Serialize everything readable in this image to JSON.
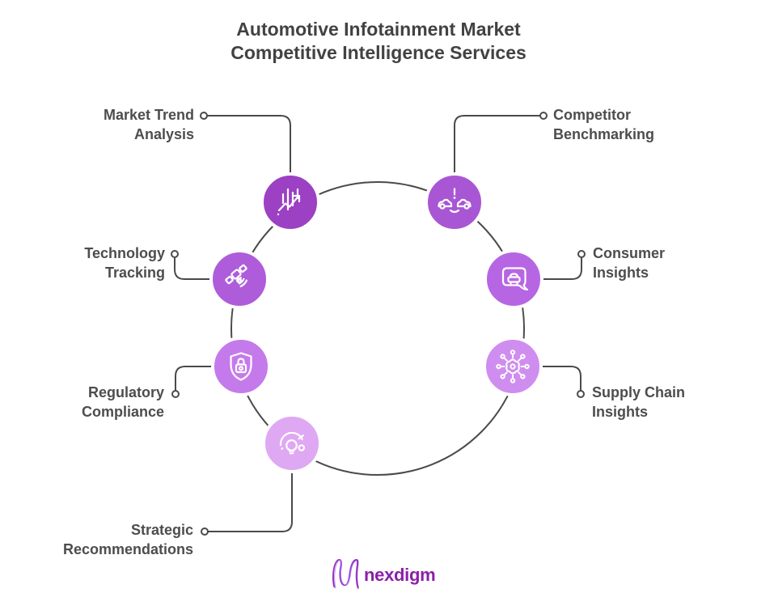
{
  "title": {
    "line1": "Automotive Infotainment Market",
    "line2": "Competitive Intelligence Services"
  },
  "services": [
    {
      "name": "Market Trend Analysis",
      "lines": [
        "Market Trend",
        "Analysis"
      ],
      "color": "#9c40c4",
      "icon": "trend-chart"
    },
    {
      "name": "Competitor Benchmarking",
      "lines": [
        "Competitor",
        "Benchmarking"
      ],
      "color": "#a956d4",
      "icon": "car-comparison"
    },
    {
      "name": "Technology Tracking",
      "lines": [
        "Technology",
        "Tracking"
      ],
      "color": "#ae5cda",
      "icon": "satellite"
    },
    {
      "name": "Consumer Insights",
      "lines": [
        "Consumer",
        "Insights"
      ],
      "color": "#b766e3",
      "icon": "car-chat-bubble"
    },
    {
      "name": "Regulatory Compliance",
      "lines": [
        "Regulatory",
        "Compliance"
      ],
      "color": "#c57aec",
      "icon": "shield-lock"
    },
    {
      "name": "Supply Chain Insights",
      "lines": [
        "Supply Chain",
        "Insights"
      ],
      "color": "#cf8df0",
      "icon": "network-hub"
    },
    {
      "name": "Strategic Recommendations",
      "lines": [
        "Strategic",
        "Recommendations"
      ],
      "color": "#dfa8f3",
      "icon": "lightbulb-gauge"
    }
  ],
  "footer": {
    "brand": "nexdigm"
  },
  "colors": {
    "line": "#4a4a4a",
    "title_text": "#424242",
    "label_text": "#4d4d4d",
    "icon_stroke": "#ffffff",
    "brand_text": "#8b1fa8",
    "background": "#ffffff"
  }
}
